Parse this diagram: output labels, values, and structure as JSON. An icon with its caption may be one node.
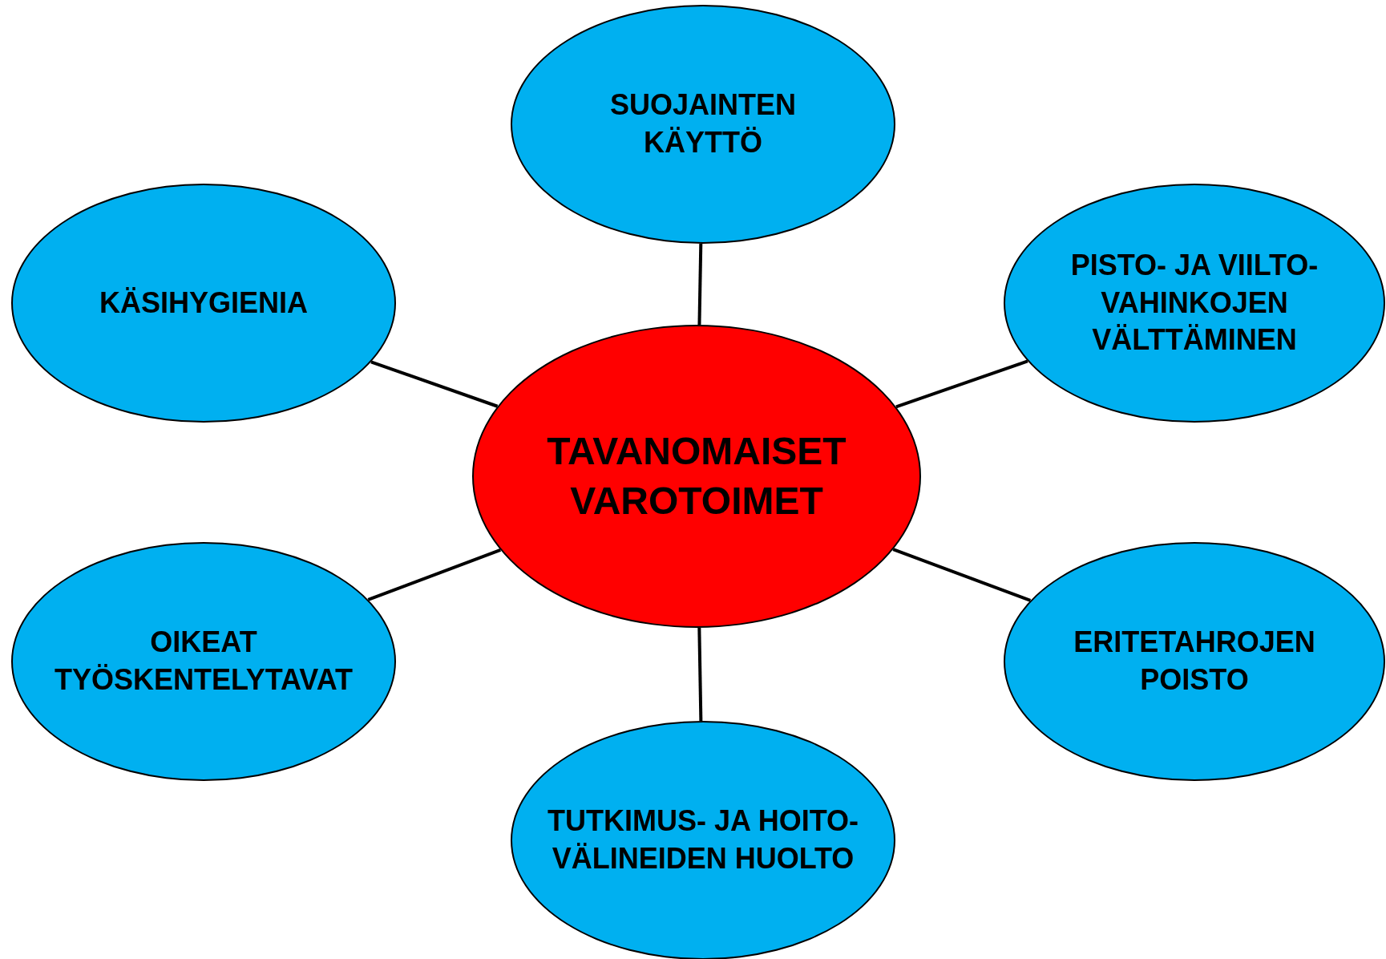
{
  "diagram": {
    "nodes": [
      {
        "text": [
          "SUOJAINTEN KÄYTTÖ"
        ]
      },
      {
        "text": [
          "KÄSIHYGIENIA"
        ]
      },
      {
        "text": [
          "PISTO- JA VIILTO- VAHINKOJEN VÄLTTÄMINEN"
        ]
      },
      {
        "text": [
          "TAVANOMAISET VAROTOIMET"
        ]
      },
      {
        "text": [
          "OIKEAT TYÖSKENTELYTAVAT"
        ]
      },
      {
        "text": [
          "ERITETAHROJEN POISTO"
        ]
      },
      {
        "text": [
          "TUTKIMUS- JA HOITO- VÄLINEIDEN HUOLTO"
        ]
      }
    ],
    "edges": [
      {
        "from": 3,
        "to": 0,
        "arrow": "none"
      },
      {
        "from": 3,
        "to": 1,
        "arrow": "none"
      },
      {
        "from": 3,
        "to": 2,
        "arrow": "none"
      },
      {
        "from": 3,
        "to": 4,
        "arrow": "none"
      },
      {
        "from": 3,
        "to": 5,
        "arrow": "none"
      },
      {
        "from": 3,
        "to": 6,
        "arrow": "none"
      }
    ]
  }
}
